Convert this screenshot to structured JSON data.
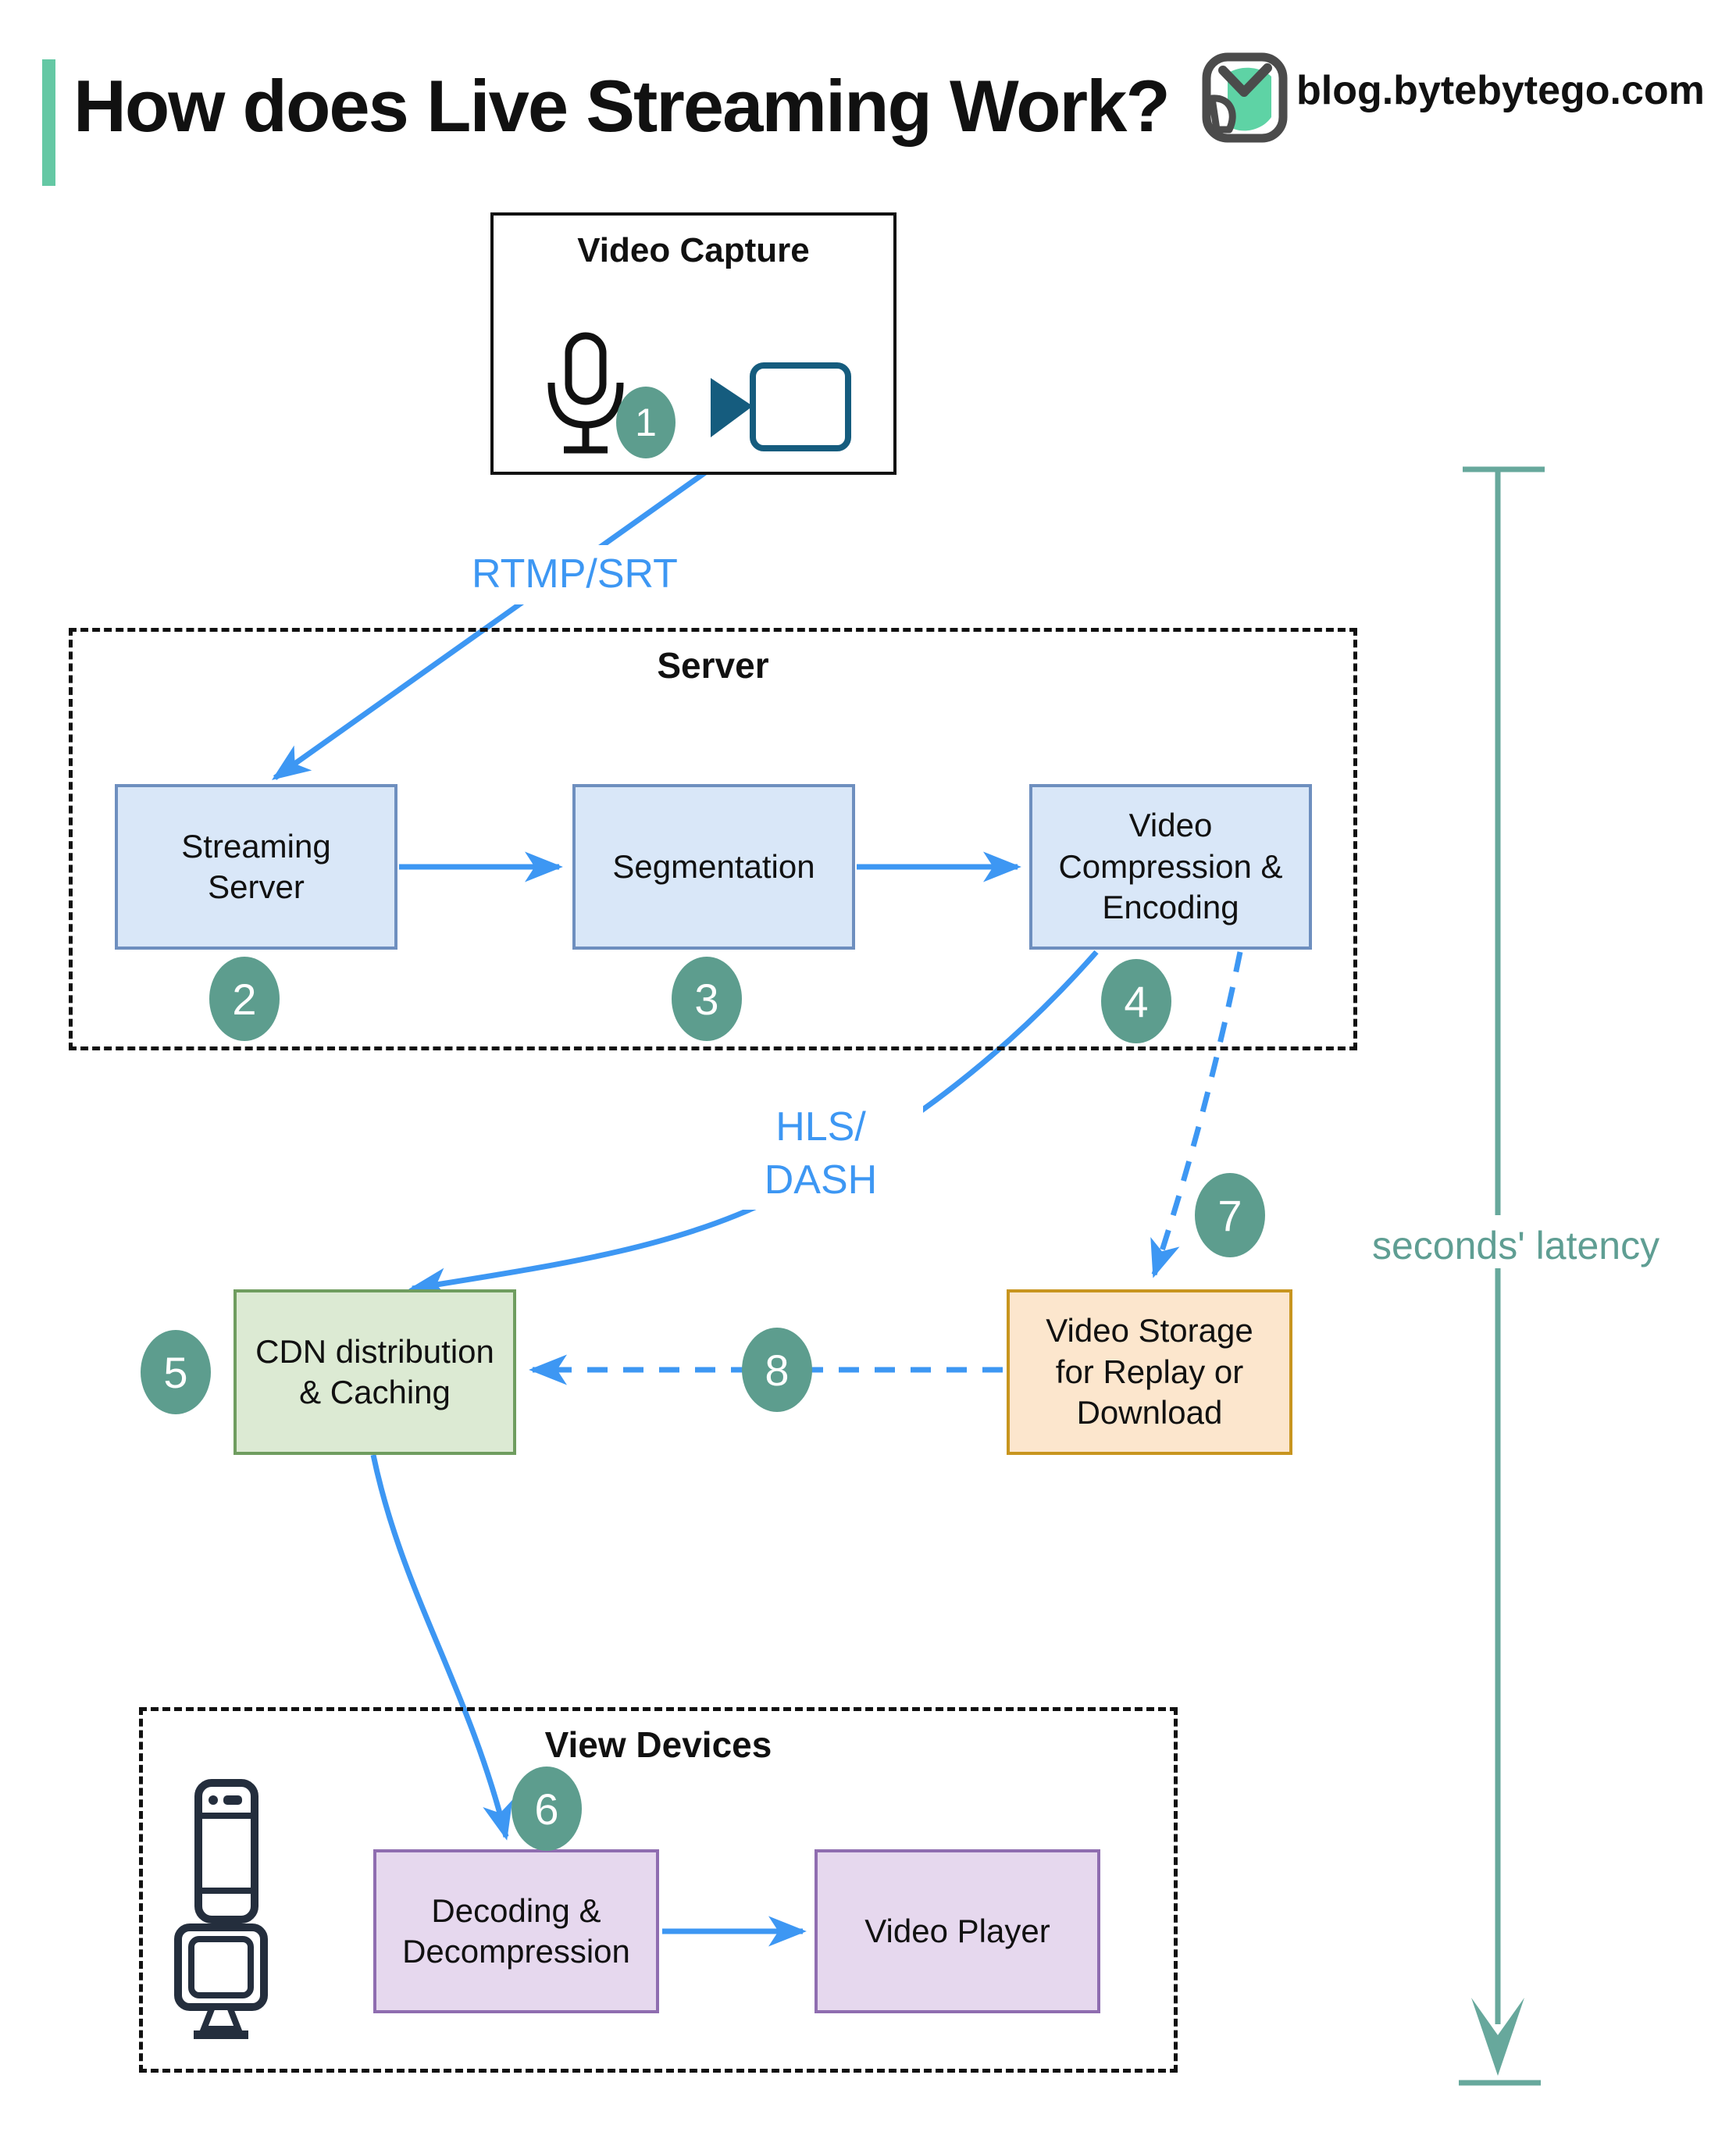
{
  "header": {
    "title": "How does Live Streaming Work?",
    "logo_text": "blog.bytebytego.com"
  },
  "video_capture": {
    "title": "Video Capture",
    "step": "1"
  },
  "connections": {
    "rtmp_label": "RTMP/SRT",
    "hls_line1": "HLS/",
    "hls_line2": "DASH",
    "replay_step": "8"
  },
  "server": {
    "title": "Server",
    "streaming_server": {
      "label": "Streaming Server",
      "step": "2"
    },
    "segmentation": {
      "label": "Segmentation",
      "step": "3"
    },
    "compression": {
      "label": "Video Compression & Encoding",
      "step": "4"
    }
  },
  "cdn": {
    "label": "CDN distribution & Caching",
    "step": "5"
  },
  "storage": {
    "label": "Video Storage for Replay or Download",
    "step": "7"
  },
  "view_devices": {
    "title": "View Devices",
    "decoding": {
      "label": "Decoding & Decompression",
      "step": "6"
    },
    "video_player": {
      "label": "Video Player"
    }
  },
  "latency": {
    "label": "seconds' latency"
  },
  "colors": {
    "accent_green": "#64c8a4",
    "arrow_blue": "#3d97f3",
    "badge_green": "#5d9d8e",
    "latency_teal": "#67a89c",
    "latency_text": "#5f9e93",
    "server_box_fill": "#d9e7f8",
    "server_box_border": "#6e8fbf",
    "cdn_fill": "#dcead3",
    "cdn_border": "#6f9d5f",
    "storage_fill": "#fce6cd",
    "storage_border": "#c8951f",
    "device_fill": "#e6d8ee",
    "device_border": "#8f6db0",
    "camera_icon": "#155c7e",
    "device_icon": "#242e3d"
  }
}
